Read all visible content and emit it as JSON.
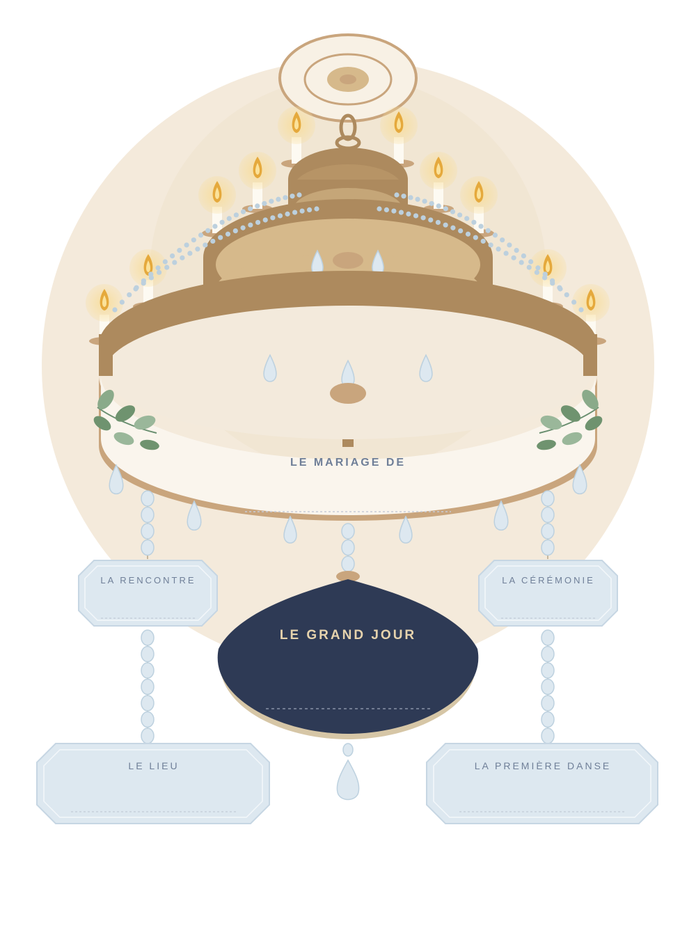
{
  "banner": {
    "title": "LE MARIAGE DE"
  },
  "cards": {
    "rencontre": "LA RENCONTRE",
    "ceremonie": "LA CÉRÉMONIE",
    "lieu": "LE LIEU",
    "danse": "LA PREMIÈRE DANSE"
  },
  "center": {
    "title": "LE GRAND JOUR"
  },
  "colors": {
    "background_circle": "#f4eadb",
    "brass": "#ad8a5e",
    "brass_light": "#d6b98b",
    "ribbon": "#faf5ed",
    "crystal": "#dde8f0",
    "crystal_stroke": "#bdd1df",
    "navy": "#2e3a55",
    "gold_text": "#e6d3ad",
    "label_text": "#6f7f98",
    "leaf": "#7fa07f"
  },
  "icons": [
    "candle-icon",
    "crystal-drop-icon",
    "leaf-icon",
    "ceiling-medallion-icon"
  ]
}
